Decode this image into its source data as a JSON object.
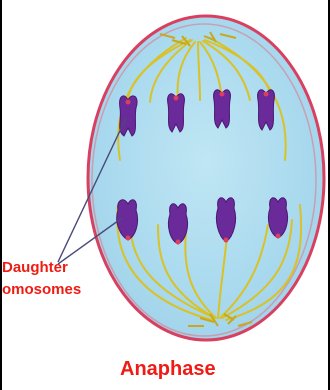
{
  "labels": {
    "pointer_line_1": "Daughter",
    "pointer_line_2": "omosomes",
    "caption": "Anaphase"
  },
  "colors": {
    "label_red": "#ee1c14",
    "cell_fill": "#b3dff0",
    "cell_outline": "#d94060",
    "spindle_yellow": "#d9c226",
    "chromosome_purple": "#6a2a9a",
    "frame": "#000000"
  }
}
